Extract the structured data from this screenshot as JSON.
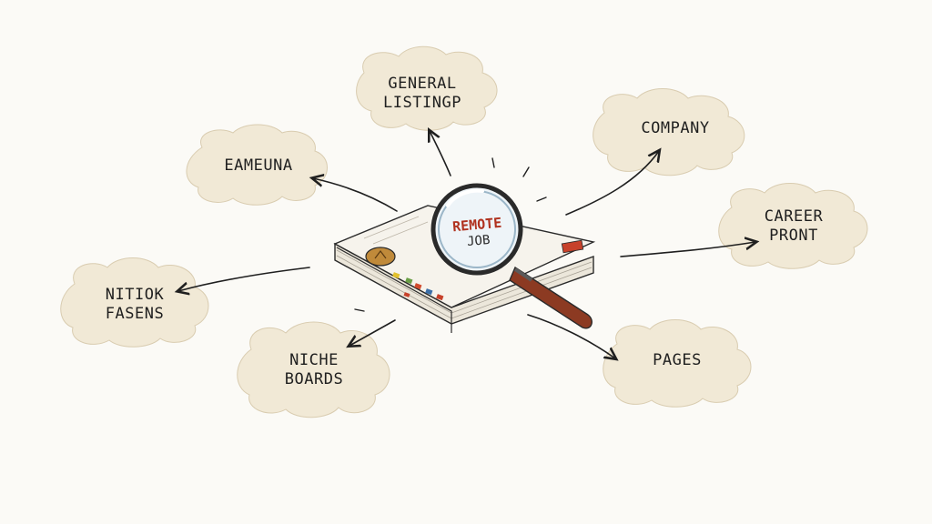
{
  "center": {
    "line1": "REMOTE",
    "line2": "JOB"
  },
  "nodes": {
    "general": {
      "line1": "GENERAL",
      "line2": "LISTINGP"
    },
    "company": {
      "line1": "COMPANY"
    },
    "eamelna": {
      "line1": "EAMEUNA"
    },
    "career": {
      "line1": "CAREER",
      "line2": "PRONT"
    },
    "nitiok": {
      "line1": "NITIOK",
      "line2": "FASENS"
    },
    "niche": {
      "line1": "NICHE",
      "line2": "BOARDS"
    },
    "pages": {
      "line1": "PAGES"
    }
  },
  "colors": {
    "cloud_fill": "#f1e9d6",
    "ink": "#1f1f1f",
    "accent_red": "#b0321f",
    "handle": "#8c3a22"
  }
}
